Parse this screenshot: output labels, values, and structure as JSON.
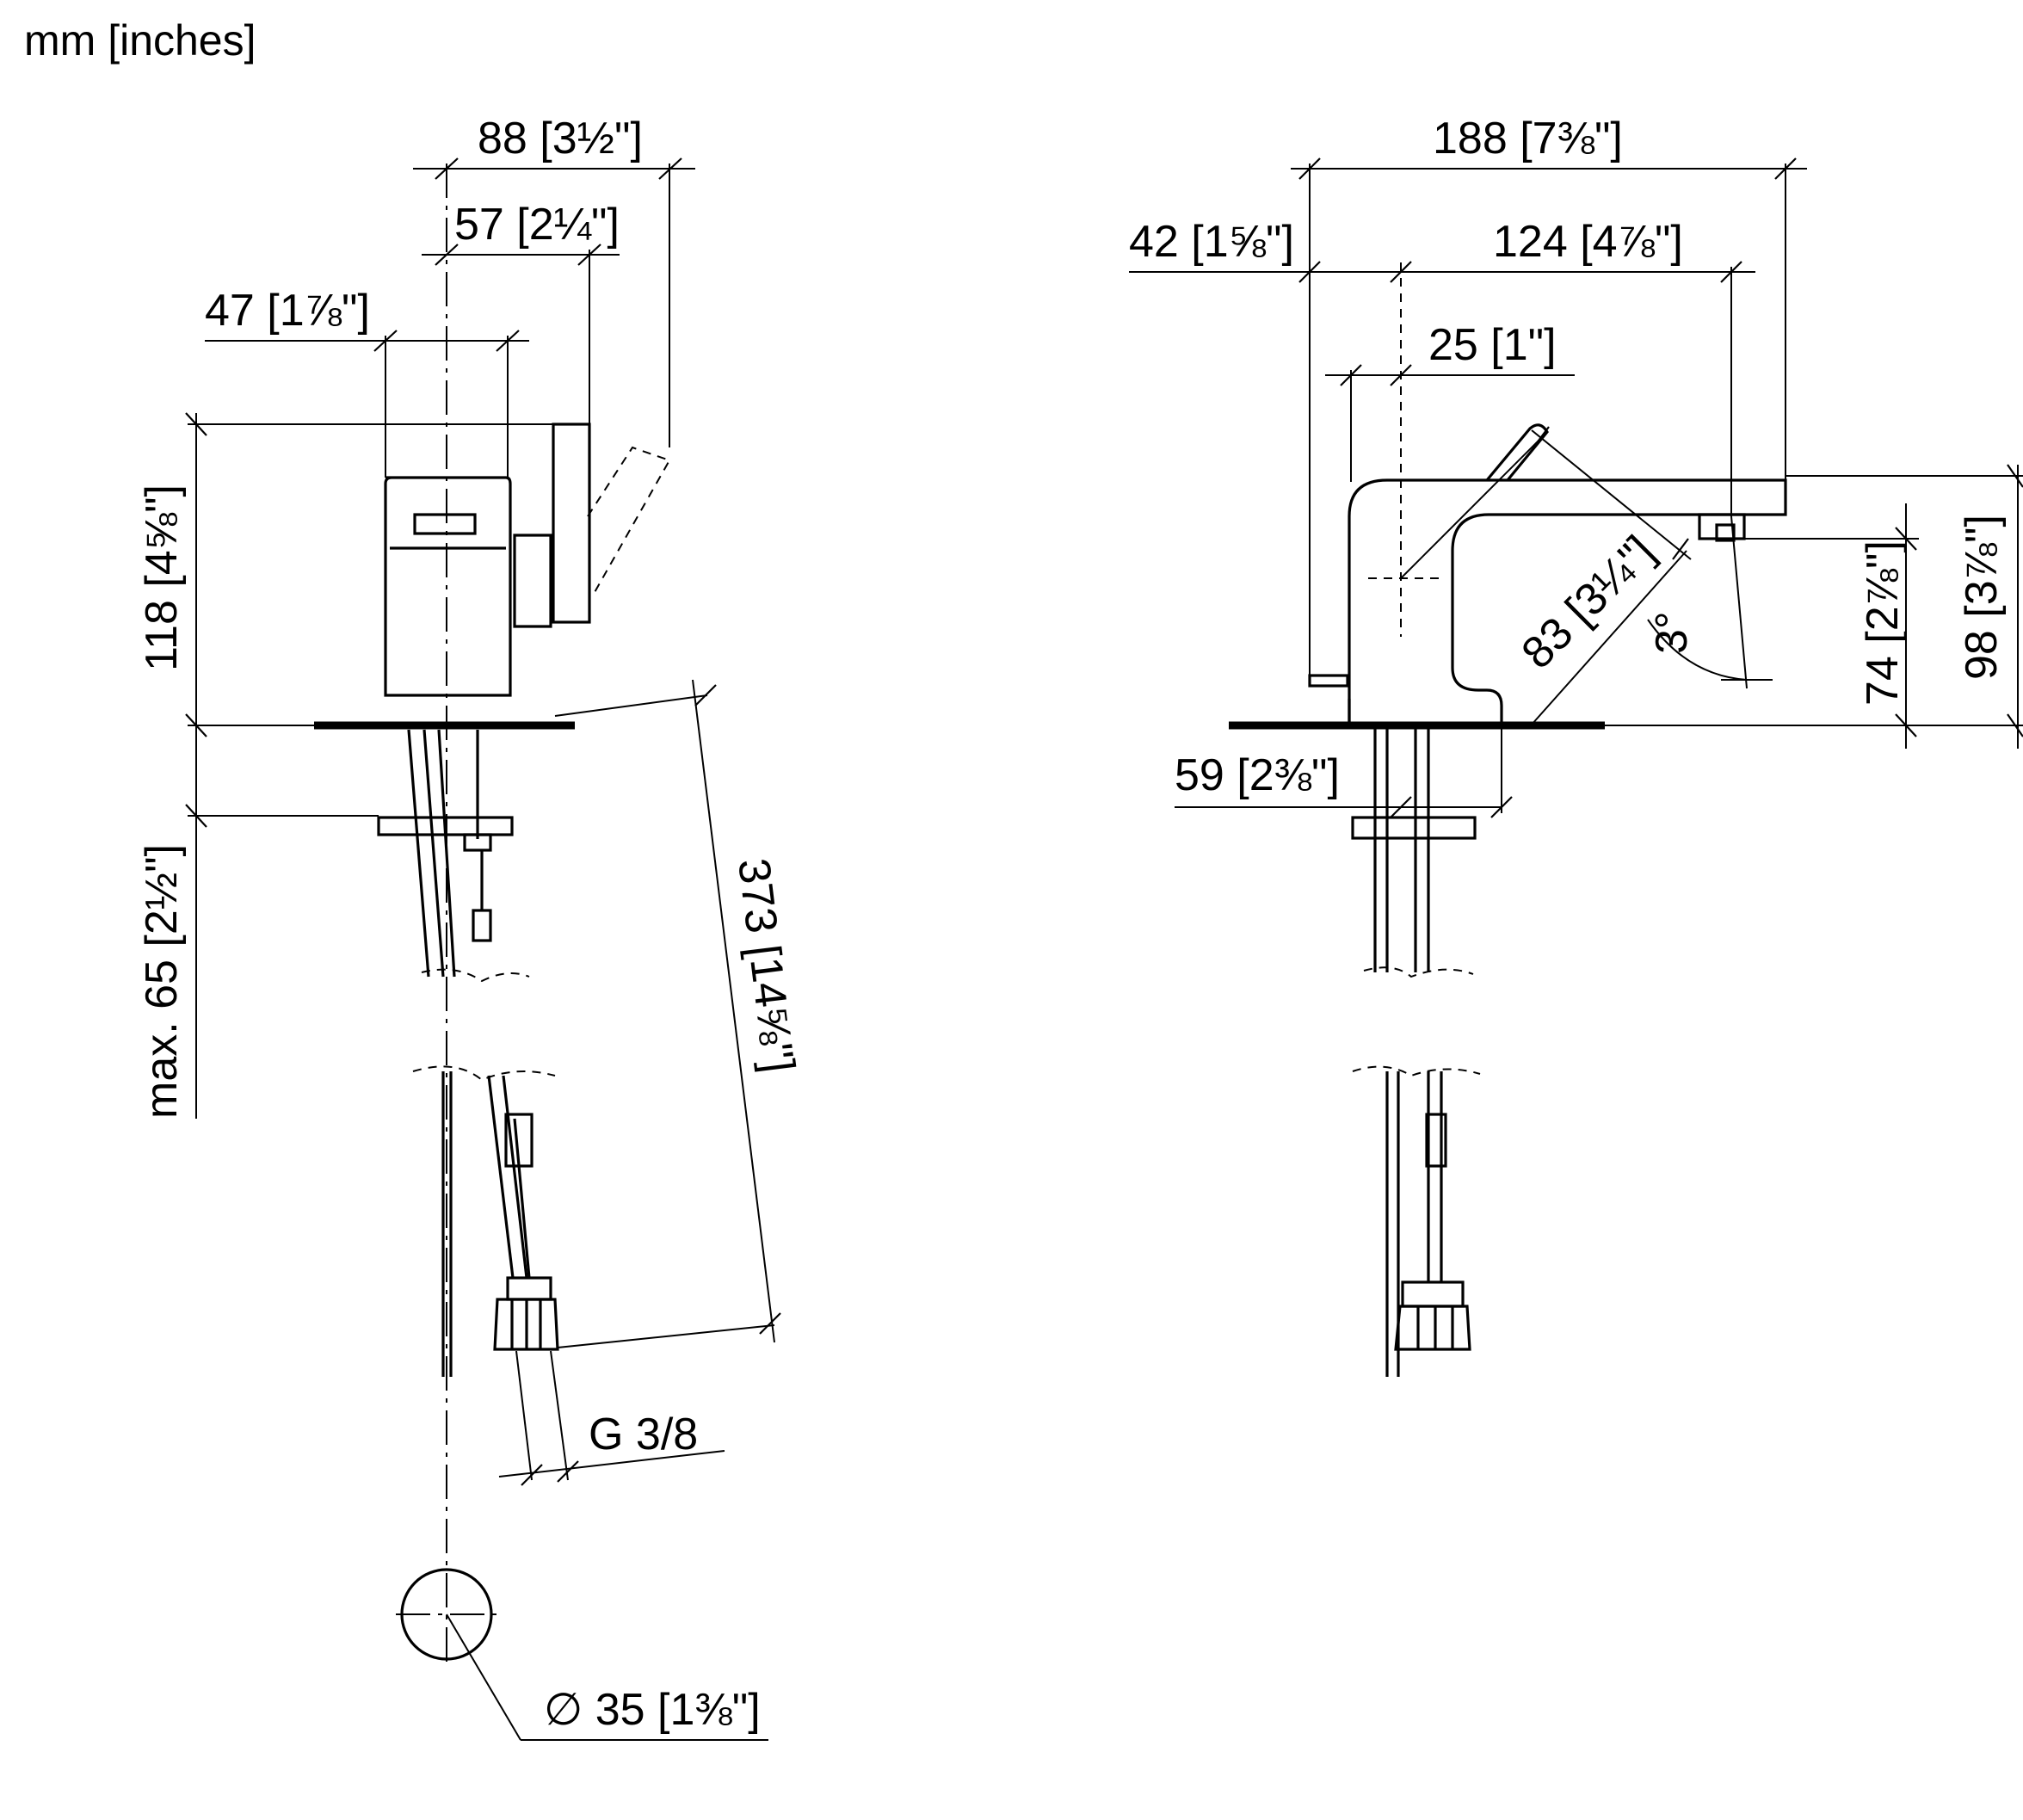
{
  "units_label": "mm [inches]",
  "dimensions": {
    "d88": "88 [3½\"]",
    "d57": "57 [2¼\"]",
    "d47": "47 [1⅞\"]",
    "d118": "118 [4⅝\"]",
    "d65": "max. 65 [2½\"]",
    "d373": "373 [14⅝\"]",
    "g38": "G 3/8",
    "d35": "∅ 35 [1⅜\"]",
    "d188": "188 [7⅜\"]",
    "d42": "42 [1⅝\"]",
    "d124": "124 [4⅞\"]",
    "d25": "25 [1\"]",
    "d83": "83 [3¼\"]",
    "angle": "3°",
    "d59": "59 [2⅜\"]",
    "d74": "74 [2⅞\"]",
    "d98": "98 [3⅞\"]"
  }
}
